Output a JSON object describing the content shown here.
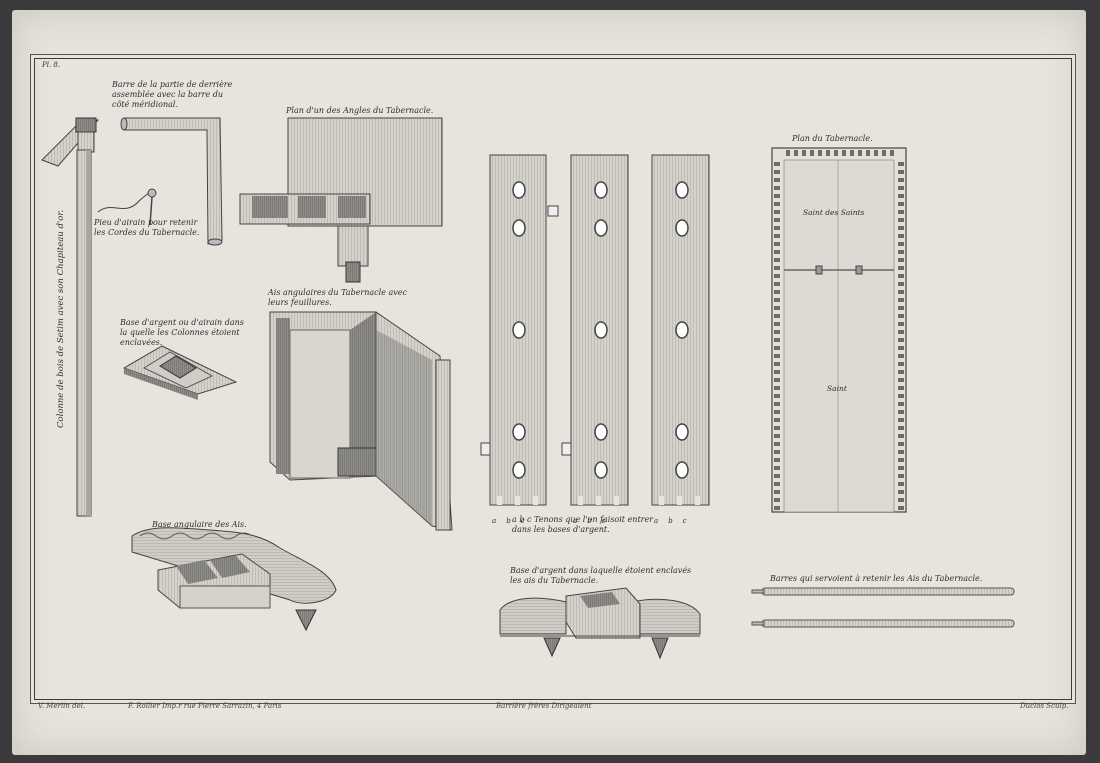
{
  "plate_number": "Pl. 8.",
  "captions": {
    "colonne": "Colonne de bois de Setim avec son Chapiteau d'or.",
    "barre_derriere": "Barre de la partie de derrière\nassemblée avec la barre du\ncôté méridional.",
    "pieu": "Pieu d'airain pour retenir\nles Cordes du Tabernacle.",
    "plan_angles": "Plan d'un des Angles du Tabernacle.",
    "base_argent_airain": "Base d'argent ou d'airain dans\nla quelle les Colonnes étoient\nenclavées.",
    "ais_angulaires": "Ais angulaires du Tabernacle avec\nleurs feuillures.",
    "tenons": "a b c  Tenons que l'on faisoit entrer\n          dans les bases d'argent.",
    "plan_tabernacle": "Plan du Tabernacle.",
    "saint_des_saints": "Saint des Saints",
    "saint": "Saint",
    "base_angulaire": "Base angulaire des Ais.",
    "base_argent_ais": "Base d'argent dans laquelle étoient enclavés\nles ais du Tabernacle.",
    "barres": "Barres qui servoient à retenir les Ais du Tabernacle."
  },
  "board_letters": [
    "a",
    "b",
    "c"
  ],
  "footer": {
    "left": "V. Merlin del.",
    "center_left": "F. Rollier Imp.r rue Pierre Sarrazin, 4 Paris",
    "center": "Barrière frères Dirigeaient",
    "right": "Duclos Sculp."
  }
}
